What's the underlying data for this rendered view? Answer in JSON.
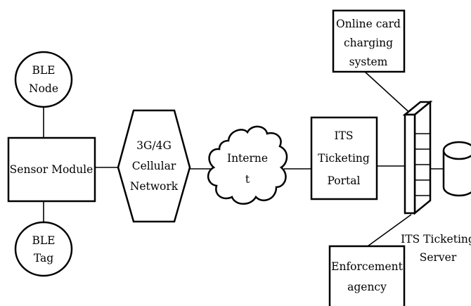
{
  "diagram": {
    "ble_node": {
      "line1": "BLE",
      "line2": "Node"
    },
    "ble_tag": {
      "line1": "BLE",
      "line2": "Tag"
    },
    "sensor_module": {
      "label": "Sensor Module"
    },
    "cellular": {
      "line1": "3G/4G",
      "line2": "Cellular",
      "line3": "Network"
    },
    "internet": {
      "line1": "Interne",
      "line2": "t"
    },
    "portal": {
      "line1": "ITS",
      "line2": "Ticketing",
      "line3": "Portal"
    },
    "online_card": {
      "line1": "Online card",
      "line2": "charging",
      "line3": "system"
    },
    "server": {
      "line1": "ITS Ticketing",
      "line2": "Server"
    },
    "enforcement": {
      "line1": "Enforcement",
      "line2": "agency"
    }
  }
}
